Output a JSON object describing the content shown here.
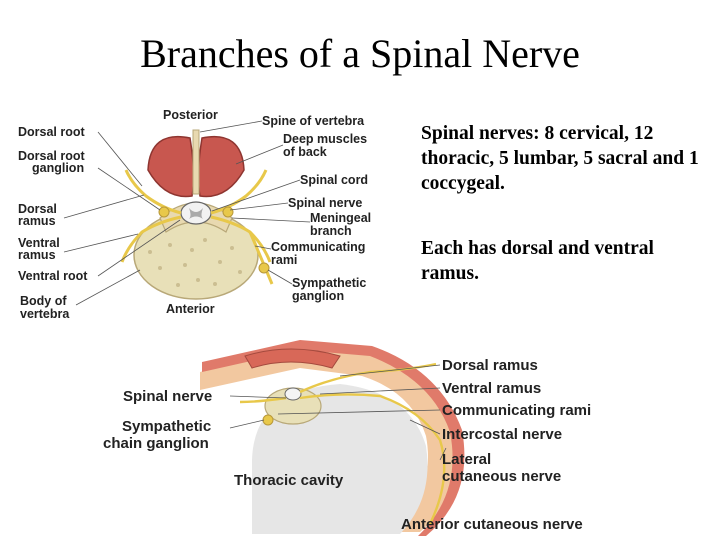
{
  "slide": {
    "title": "Branches of a Spinal Nerve",
    "paragraphs": [
      "Spinal nerves: 8 cervical, 12 thoracic, 5 lumbar, 5 sacral and 1 coccygeal.",
      "Each has dorsal and ventral ramus."
    ]
  },
  "figure_top": {
    "posterior": "Posterior",
    "anterior": "Anterior",
    "left_labels": [
      "Dorsal root",
      "Dorsal root",
      "ganglion",
      "Dorsal",
      "ramus",
      "Ventral",
      "ramus",
      "Ventral root",
      "Body of",
      "vertebra"
    ],
    "right_labels": [
      "Spine of vertebra",
      "Deep muscles",
      "of back",
      "Spinal cord",
      "Spinal nerve",
      "Meningeal",
      "branch",
      "Communicating",
      "rami",
      "Sympathetic",
      "ganglion"
    ]
  },
  "figure_bottom": {
    "left_labels": [
      "Spinal nerve",
      "Sympathetic",
      "chain ganglion"
    ],
    "cavity_label": "Thoracic cavity",
    "right_labels": [
      "Dorsal ramus",
      "Ventral ramus",
      "Communicating rami",
      "Intercostal nerve",
      "Lateral",
      "cutaneous nerve"
    ],
    "bottom_label": "Anterior cutaneous nerve"
  }
}
